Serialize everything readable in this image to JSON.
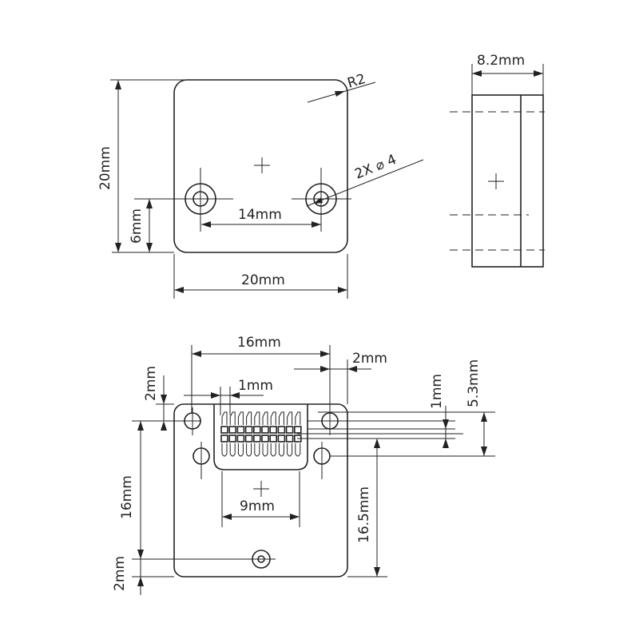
{
  "labels": {
    "top_width": "20mm",
    "top_height": "20mm",
    "hole_offset": "6mm",
    "hole_spacing": "14mm",
    "radius": "R2",
    "hole_dia": "2X ⌀ 4",
    "side_thickness": "8.2mm",
    "bot_width": "16mm",
    "bot_edge": "2mm",
    "bot_pitch": "1mm",
    "bot_left_top": "2mm",
    "bot_vert_1mm": "1mm",
    "bot_vert_53": "5.3mm",
    "bot_conn_width": "9mm",
    "bot_left_16": "16mm",
    "bot_right_165": "16.5mm",
    "bot_left_bottom": "2mm"
  },
  "colors": {
    "line": "#222222",
    "background": "#ffffff"
  },
  "connector": {
    "pins_per_row": 10,
    "rows": 2
  }
}
